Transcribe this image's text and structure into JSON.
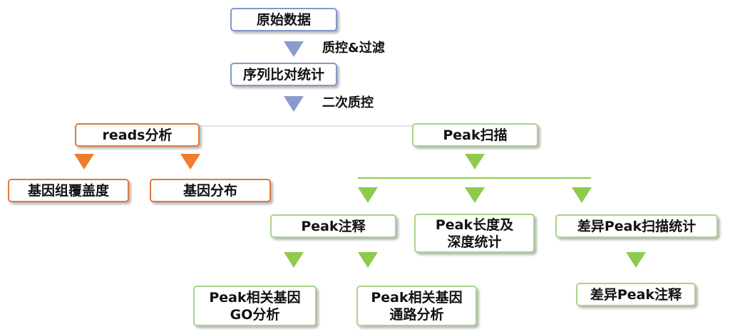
{
  "colors": {
    "blue_arrow": "#8a9ccc",
    "orange_arrow": "#ee7e2e",
    "green_arrow": "#8ecb4c",
    "blue_border": "#8497c8",
    "orange_border": "#e0793a",
    "green_border": "#a9d38a"
  },
  "nodes": {
    "raw_data": "原始数据",
    "alignment_stats": "序列比对统计",
    "reads_analysis": "reads分析",
    "gene_coverage": "基因组覆盖度",
    "gene_distribution": "基因分布",
    "peak_scan": "Peak扫描",
    "peak_annotation": "Peak注释",
    "peak_length_depth": "Peak长度及\n深度统计",
    "diff_peak_stats": "差异Peak扫描统计",
    "peak_gene_go": "Peak相关基因\nGO分析",
    "peak_gene_pathway": "Peak相关基因\n通路分析",
    "diff_peak_annotation": "差异Peak注释"
  },
  "edge_labels": {
    "qc_filter": "质控&过滤",
    "second_qc": "二次质控"
  }
}
